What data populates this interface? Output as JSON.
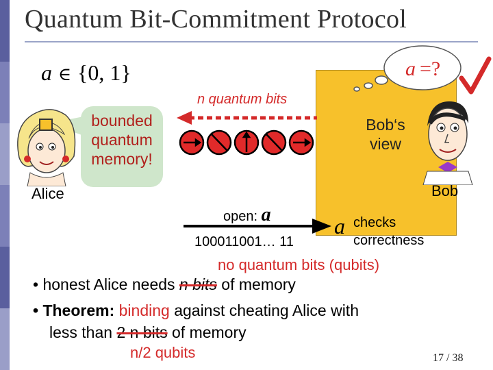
{
  "slide": {
    "title": "Quantum Bit-Commitment Protocol",
    "formula_var": "a",
    "formula_member": "∈",
    "formula_set": "{0, 1}",
    "thought_var": "a",
    "thought_op": "=?",
    "qubits_label": "n quantum bits",
    "bubble_lines": [
      "bounded",
      "quantum",
      "memory!"
    ],
    "bob_view_lines": [
      "Bob‘s",
      "view"
    ],
    "alice_label": "Alice",
    "bob_label": "Bob",
    "open_label": "open:",
    "open_var": "a",
    "bit_string": "100011001… 11",
    "received_var": "a",
    "checks_lines": [
      "checks",
      "correctness"
    ],
    "no_qubits_note": "no quantum bits (qubits)",
    "bullet1_prefix": "• honest Alice needs ",
    "bullet1_struck": "n bits",
    "bullet1_suffix": " of memory",
    "bullet2_bold": "• Theorem:",
    "bullet2_red": "binding",
    "bullet2_rest": " against cheating Alice with",
    "bullet2_line2_prefix": "less than ",
    "bullet2_struck": "2 n bits",
    "bullet2_line2_suffix": " of memory",
    "half_qubits_note": "n/2 qubits",
    "page_number": "17 / 38"
  },
  "colors": {
    "sidebar": [
      "#5a5f9e",
      "#7c80b8",
      "#9a9ec8",
      "#7c80b8",
      "#5a5f9e",
      "#9a9ec8"
    ],
    "accent_red": "#d42a2a",
    "bob_box": "#f7c12b",
    "bubble": "#cfe6cb"
  },
  "icons": [
    "check-mark-icon",
    "thought-bubble-icon",
    "qubit-photon-icon",
    "alice-cartoon-icon",
    "bob-cartoon-icon",
    "arrow-right-icon"
  ]
}
